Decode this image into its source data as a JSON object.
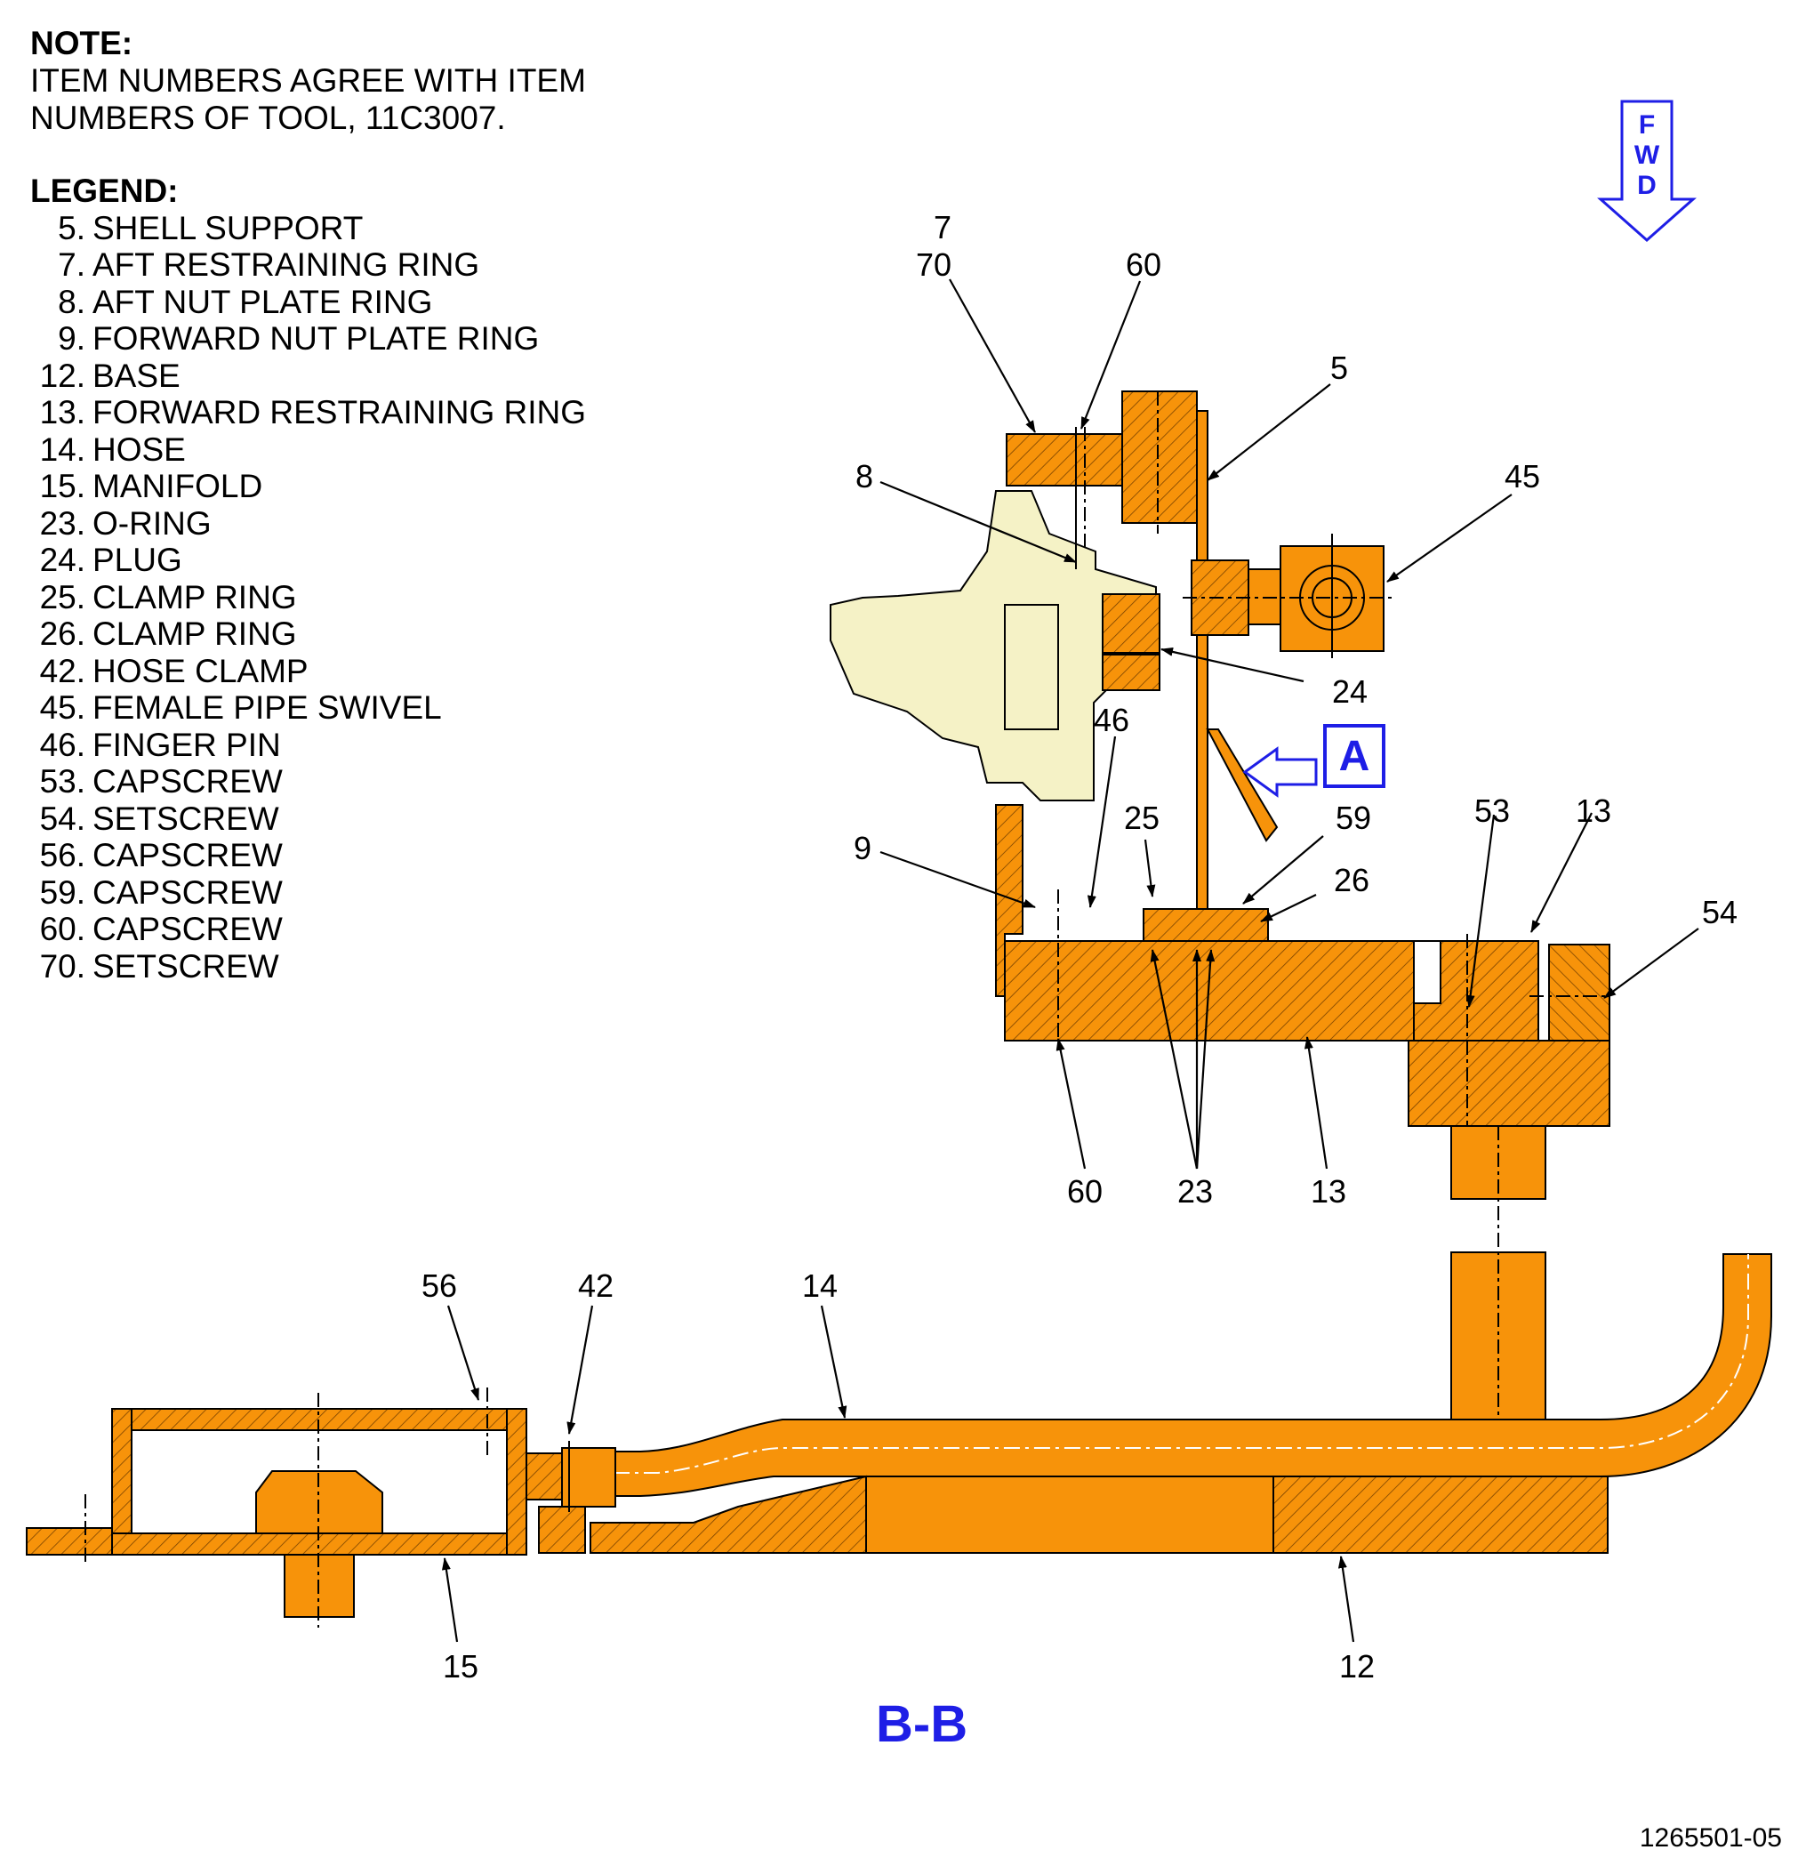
{
  "note": {
    "title": "NOTE:",
    "lines": [
      "ITEM NUMBERS AGREE WITH ITEM",
      "NUMBERS OF TOOL, 11C3007."
    ]
  },
  "legend": {
    "title": "LEGEND:",
    "items": [
      {
        "num": "5.",
        "text": "SHELL SUPPORT"
      },
      {
        "num": "7.",
        "text": "AFT RESTRAINING RING"
      },
      {
        "num": "8.",
        "text": "AFT NUT PLATE RING"
      },
      {
        "num": "9.",
        "text": "FORWARD NUT PLATE RING"
      },
      {
        "num": "12.",
        "text": "BASE"
      },
      {
        "num": "13.",
        "text": "FORWARD RESTRAINING RING"
      },
      {
        "num": "14.",
        "text": "HOSE"
      },
      {
        "num": "15.",
        "text": "MANIFOLD"
      },
      {
        "num": "23.",
        "text": "O-RING"
      },
      {
        "num": "24.",
        "text": "PLUG"
      },
      {
        "num": "25.",
        "text": "CLAMP RING"
      },
      {
        "num": "26.",
        "text": "CLAMP RING"
      },
      {
        "num": "42.",
        "text": "HOSE CLAMP"
      },
      {
        "num": "45.",
        "text": "FEMALE PIPE SWIVEL"
      },
      {
        "num": "46.",
        "text": "FINGER PIN"
      },
      {
        "num": "53.",
        "text": "CAPSCREW"
      },
      {
        "num": "54.",
        "text": "SETSCREW"
      },
      {
        "num": "56.",
        "text": "CAPSCREW"
      },
      {
        "num": "59.",
        "text": "CAPSCREW"
      },
      {
        "num": "60.",
        "text": "CAPSCREW"
      },
      {
        "num": "70.",
        "text": "SETSCREW"
      }
    ]
  },
  "fwd_arrow": {
    "letters": [
      "F",
      "W",
      "D"
    ]
  },
  "view_marker": "A",
  "section_label": "B-B",
  "drawing_number": "1265501-05",
  "callouts": {
    "c7": "7",
    "c70": "70",
    "c60_top": "60",
    "c5": "5",
    "c45": "45",
    "c8": "8",
    "c24": "24",
    "c46": "46",
    "c25": "25",
    "c59": "59",
    "c26": "26",
    "c9": "9",
    "c53": "53",
    "c13_top": "13",
    "c54": "54",
    "c60_bot": "60",
    "c23": "23",
    "c13_bot": "13",
    "c56": "56",
    "c42": "42",
    "c14": "14",
    "c15": "15",
    "c12": "12"
  },
  "colors": {
    "part": "#f7930a",
    "part_dark": "#d87a00",
    "engine": "#f5f2c6",
    "outline": "#000000",
    "annotation_blue": "#1e1ee6"
  }
}
